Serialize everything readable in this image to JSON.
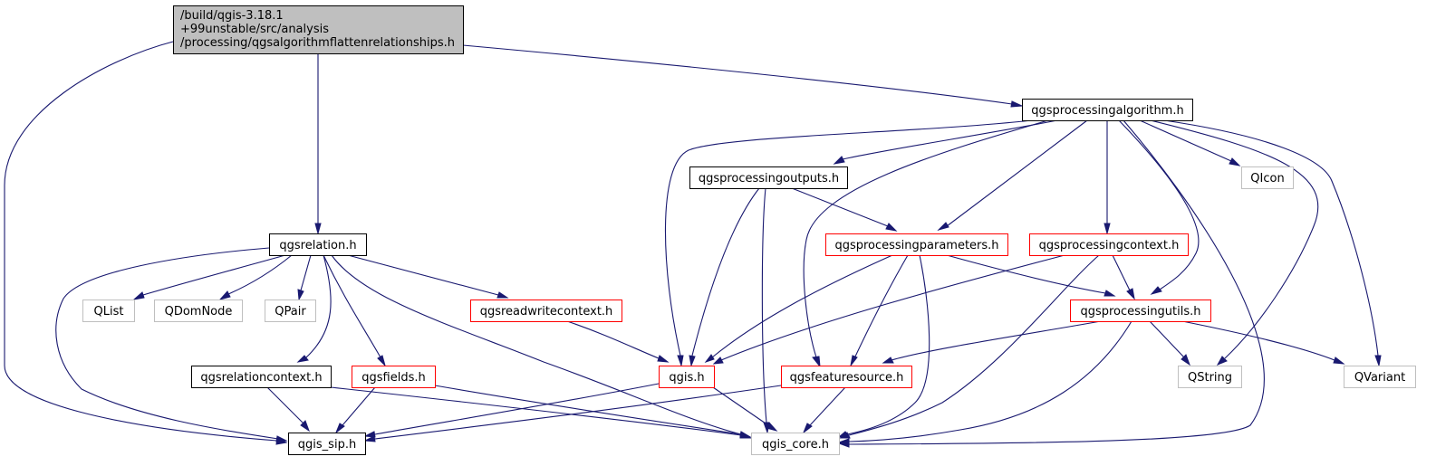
{
  "colors": {
    "edge": "#191970",
    "root_fill": "#bfbfbf",
    "border_documented": "#000000",
    "border_expandable": "#ff0000",
    "border_external": "#bfbfbf",
    "node_fill": "#ffffff"
  },
  "nodes": [
    {
      "id": "root",
      "kind": "root",
      "lines": [
        "/build/qgis-3.18.1",
        "+99unstable/src/analysis",
        "/processing/qgsalgorithmflattenrelationships.h"
      ]
    },
    {
      "id": "qgsprocessingalgorithm",
      "kind": "documented",
      "lines": [
        "qgsprocessingalgorithm.h"
      ]
    },
    {
      "id": "qgsrelation",
      "kind": "documented",
      "lines": [
        "qgsrelation.h"
      ]
    },
    {
      "id": "qgsprocessingoutputs",
      "kind": "documented",
      "lines": [
        "qgsprocessingoutputs.h"
      ]
    },
    {
      "id": "qicon",
      "kind": "external",
      "lines": [
        "QIcon"
      ]
    },
    {
      "id": "qgsprocessingparameters",
      "kind": "expandable",
      "lines": [
        "qgsprocessingparameters.h"
      ]
    },
    {
      "id": "qgsprocessingcontext",
      "kind": "expandable",
      "lines": [
        "qgsprocessingcontext.h"
      ]
    },
    {
      "id": "qlist",
      "kind": "external",
      "lines": [
        "QList"
      ]
    },
    {
      "id": "qdomnode",
      "kind": "external",
      "lines": [
        "QDomNode"
      ]
    },
    {
      "id": "qpair",
      "kind": "external",
      "lines": [
        "QPair"
      ]
    },
    {
      "id": "qgsreadwritecontext",
      "kind": "expandable",
      "lines": [
        "qgsreadwritecontext.h"
      ]
    },
    {
      "id": "qgsprocessingutils",
      "kind": "expandable",
      "lines": [
        "qgsprocessingutils.h"
      ]
    },
    {
      "id": "qgsrelationcontext",
      "kind": "documented",
      "lines": [
        "qgsrelationcontext.h"
      ]
    },
    {
      "id": "qgsfields",
      "kind": "expandable",
      "lines": [
        "qgsfields.h"
      ]
    },
    {
      "id": "qgis",
      "kind": "expandable",
      "lines": [
        "qgis.h"
      ]
    },
    {
      "id": "qgsfeaturesource",
      "kind": "expandable",
      "lines": [
        "qgsfeaturesource.h"
      ]
    },
    {
      "id": "qstring",
      "kind": "external",
      "lines": [
        "QString"
      ]
    },
    {
      "id": "qvariant",
      "kind": "external",
      "lines": [
        "QVariant"
      ]
    },
    {
      "id": "qgis_sip",
      "kind": "documented",
      "lines": [
        "qgis_sip.h"
      ]
    },
    {
      "id": "qgis_core",
      "kind": "external",
      "lines": [
        "qgis_core.h"
      ]
    }
  ],
  "edges": [
    {
      "from": "root",
      "to": "qgis_sip"
    },
    {
      "from": "root",
      "to": "qgsrelation"
    },
    {
      "from": "root",
      "to": "qgsprocessingalgorithm"
    },
    {
      "from": "qgsprocessingalgorithm",
      "to": "qgis"
    },
    {
      "from": "qgsprocessingalgorithm",
      "to": "qgsprocessingoutputs"
    },
    {
      "from": "qgsprocessingalgorithm",
      "to": "qgsfeaturesource"
    },
    {
      "from": "qgsprocessingalgorithm",
      "to": "qgsprocessingparameters"
    },
    {
      "from": "qgsprocessingalgorithm",
      "to": "qgsprocessingcontext"
    },
    {
      "from": "qgsprocessingalgorithm",
      "to": "qgsprocessingutils"
    },
    {
      "from": "qgsprocessingalgorithm",
      "to": "qgis_core"
    },
    {
      "from": "qgsprocessingalgorithm",
      "to": "qicon"
    },
    {
      "from": "qgsprocessingalgorithm",
      "to": "qstring"
    },
    {
      "from": "qgsprocessingalgorithm",
      "to": "qvariant"
    },
    {
      "from": "qgsprocessingoutputs",
      "to": "qgsprocessingparameters"
    },
    {
      "from": "qgsprocessingoutputs",
      "to": "qgis"
    },
    {
      "from": "qgsprocessingoutputs",
      "to": "qgis_core"
    },
    {
      "from": "qgsrelation",
      "to": "qlist"
    },
    {
      "from": "qgsrelation",
      "to": "qdomnode"
    },
    {
      "from": "qgsrelation",
      "to": "qpair"
    },
    {
      "from": "qgsrelation",
      "to": "qgsreadwritecontext"
    },
    {
      "from": "qgsrelation",
      "to": "qgsrelationcontext"
    },
    {
      "from": "qgsrelation",
      "to": "qgsfields"
    },
    {
      "from": "qgsrelation",
      "to": "qgis_sip"
    },
    {
      "from": "qgsrelation",
      "to": "qgis_core"
    },
    {
      "from": "qgsprocessingparameters",
      "to": "qgis"
    },
    {
      "from": "qgsprocessingparameters",
      "to": "qgsfeaturesource"
    },
    {
      "from": "qgsprocessingparameters",
      "to": "qgsprocessingutils"
    },
    {
      "from": "qgsprocessingparameters",
      "to": "qgis_core"
    },
    {
      "from": "qgsprocessingcontext",
      "to": "qgis"
    },
    {
      "from": "qgsprocessingcontext",
      "to": "qgsprocessingutils"
    },
    {
      "from": "qgsprocessingcontext",
      "to": "qgis_core"
    },
    {
      "from": "qgsreadwritecontext",
      "to": "qgis"
    },
    {
      "from": "qgsprocessingutils",
      "to": "qgsfeaturesource"
    },
    {
      "from": "qgsprocessingutils",
      "to": "qstring"
    },
    {
      "from": "qgsprocessingutils",
      "to": "qvariant"
    },
    {
      "from": "qgsprocessingutils",
      "to": "qgis_core"
    },
    {
      "from": "qgsrelationcontext",
      "to": "qgis_sip"
    },
    {
      "from": "qgsrelationcontext",
      "to": "qgis_core"
    },
    {
      "from": "qgsfields",
      "to": "qgis_sip"
    },
    {
      "from": "qgsfields",
      "to": "qgis_core"
    },
    {
      "from": "qgis",
      "to": "qgis_sip"
    },
    {
      "from": "qgis",
      "to": "qgis_core"
    },
    {
      "from": "qgsfeaturesource",
      "to": "qgis_core"
    },
    {
      "from": "qgsfeaturesource",
      "to": "qgis_sip"
    }
  ]
}
